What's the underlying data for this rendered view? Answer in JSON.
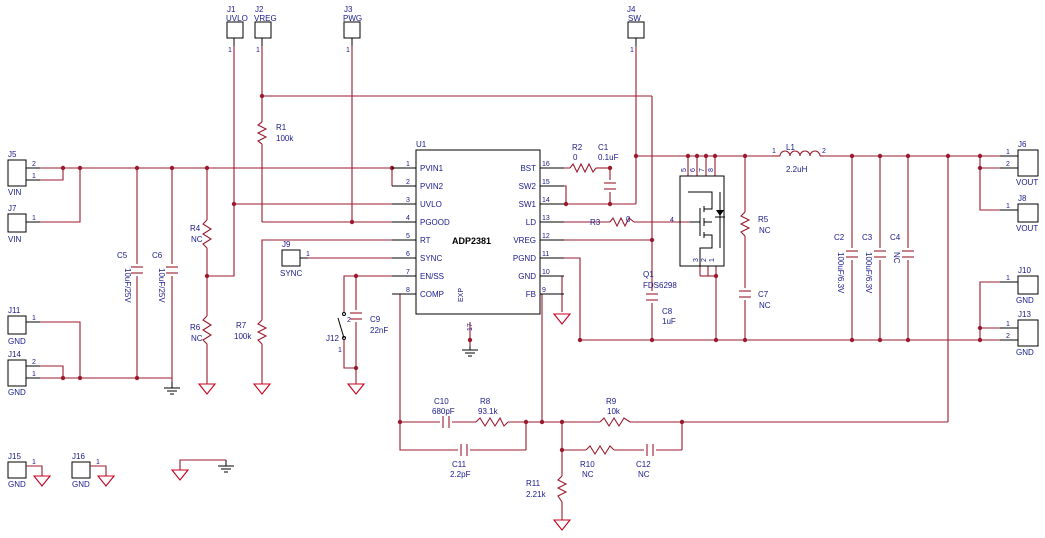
{
  "ic": {
    "ref": "U1",
    "part": "ADP2381",
    "left_pins": [
      {
        "num": "1",
        "name": "PVIN1"
      },
      {
        "num": "2",
        "name": "PVIN2"
      },
      {
        "num": "3",
        "name": "UVLO"
      },
      {
        "num": "4",
        "name": "PGOOD"
      },
      {
        "num": "5",
        "name": "RT"
      },
      {
        "num": "6",
        "name": "SYNC"
      },
      {
        "num": "7",
        "name": "EN/SS"
      },
      {
        "num": "8",
        "name": "COMP"
      }
    ],
    "right_pins": [
      {
        "num": "16",
        "name": "BST"
      },
      {
        "num": "15",
        "name": "SW2"
      },
      {
        "num": "14",
        "name": "SW1"
      },
      {
        "num": "13",
        "name": "LD"
      },
      {
        "num": "12",
        "name": "VREG"
      },
      {
        "num": "11",
        "name": "PGND"
      },
      {
        "num": "10",
        "name": "GND"
      },
      {
        "num": "9",
        "name": "FB"
      }
    ],
    "exp_pin": {
      "num": "17",
      "name": "EXP"
    }
  },
  "top_jacks": [
    {
      "ref": "J1",
      "label": "UVLO",
      "pin": "1"
    },
    {
      "ref": "J2",
      "label": "VREG",
      "pin": "1"
    },
    {
      "ref": "J3",
      "label": "PWG",
      "pin": "1"
    },
    {
      "ref": "J4",
      "label": "SW",
      "pin": "1"
    }
  ],
  "left_jacks": {
    "j5": {
      "ref": "J5",
      "label": "VIN",
      "p1": "2",
      "p2": "1"
    },
    "j7": {
      "ref": "J7",
      "label": "VIN",
      "p1": "1"
    },
    "j11": {
      "ref": "J11",
      "label": "GND",
      "p1": "1"
    },
    "j14": {
      "ref": "J14",
      "label": "GND",
      "p1": "2",
      "p2": "1"
    },
    "j15": {
      "ref": "J15",
      "label": "GND",
      "p1": "1"
    },
    "j16": {
      "ref": "J16",
      "label": "GND",
      "p1": "1"
    }
  },
  "right_jacks": {
    "j6": {
      "ref": "J6",
      "label": "VOUT",
      "p1": "1",
      "p2": "2"
    },
    "j8": {
      "ref": "J8",
      "label": "VOUT",
      "p1": "1"
    },
    "j10": {
      "ref": "J10",
      "label": "GND",
      "p1": "1"
    },
    "j13": {
      "ref": "J13",
      "label": "GND",
      "p1": "1",
      "p2": "2"
    }
  },
  "sync_jack": {
    "ref": "J9",
    "label": "SYNC",
    "pin": "1"
  },
  "jumper": {
    "ref": "J12",
    "p1": "1",
    "p2": "2"
  },
  "components": {
    "r1": {
      "ref": "R1",
      "value": "100k"
    },
    "r2": {
      "ref": "R2",
      "value": "0"
    },
    "r3": {
      "ref": "R3",
      "value": "0"
    },
    "r4": {
      "ref": "R4",
      "value": "NC"
    },
    "r5": {
      "ref": "R5",
      "value": "NC"
    },
    "r6": {
      "ref": "R6",
      "value": "NC"
    },
    "r7": {
      "ref": "R7",
      "value": "100k"
    },
    "r8": {
      "ref": "R8",
      "value": "93.1k"
    },
    "r9": {
      "ref": "R9",
      "value": "10k"
    },
    "r10": {
      "ref": "R10",
      "value": "NC"
    },
    "r11": {
      "ref": "R11",
      "value": "2.21k"
    },
    "c1": {
      "ref": "C1",
      "value": "0.1uF"
    },
    "c2": {
      "ref": "C2",
      "value": "100uF/6.3V"
    },
    "c3": {
      "ref": "C3",
      "value": "100uF/6.3V"
    },
    "c4": {
      "ref": "C4",
      "value": "NC"
    },
    "c5": {
      "ref": "C5",
      "value": "10uF/25V"
    },
    "c6": {
      "ref": "C6",
      "value": "10uF/25V"
    },
    "c7": {
      "ref": "C7",
      "value": "NC"
    },
    "c8": {
      "ref": "C8",
      "value": "1uF"
    },
    "c9": {
      "ref": "C9",
      "value": "22nF"
    },
    "c10": {
      "ref": "C10",
      "value": "680pF"
    },
    "c11": {
      "ref": "C11",
      "value": "2.2pF"
    },
    "c12": {
      "ref": "C12",
      "value": "NC"
    },
    "l1": {
      "ref": "L1",
      "value": "2.2uH",
      "p1": "1",
      "p2": "2"
    },
    "q1": {
      "ref": "Q1",
      "value": "FDS6298",
      "gate": "4",
      "drain": [
        "5",
        "6",
        "7",
        "8"
      ],
      "source": [
        "3",
        "2",
        "1"
      ]
    }
  }
}
